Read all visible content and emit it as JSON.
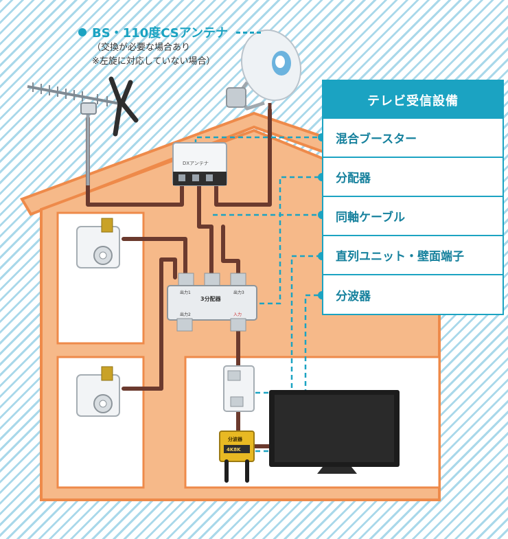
{
  "antenna": {
    "label": "BS・110度CSアンテナ",
    "note_line1": "（交換が必要な場合あり",
    "note_line2": "※左旋に対応していない場合）"
  },
  "equipment_panel": {
    "title": "テレビ受信設備",
    "items": [
      {
        "label": "混合ブースター"
      },
      {
        "label": "分配器"
      },
      {
        "label": "同軸ケーブル"
      },
      {
        "label": "直列ユニット・壁面端子"
      },
      {
        "label": "分波器"
      }
    ]
  },
  "device_text": {
    "booster_brand": "DXアンテナ",
    "splitter_model": "3分配器",
    "splitter_port_in": "入力",
    "splitter_port_out1": "出力1",
    "splitter_port_out2": "出力2",
    "splitter_port_out3": "出力3",
    "separator_brand": "分波器",
    "separator_badge": "4K8K"
  },
  "colors": {
    "cable": "#6b3a2e",
    "accent": "#1ba3c2",
    "house_fill": "#f6b989",
    "house_stroke": "#ee8a4a"
  }
}
